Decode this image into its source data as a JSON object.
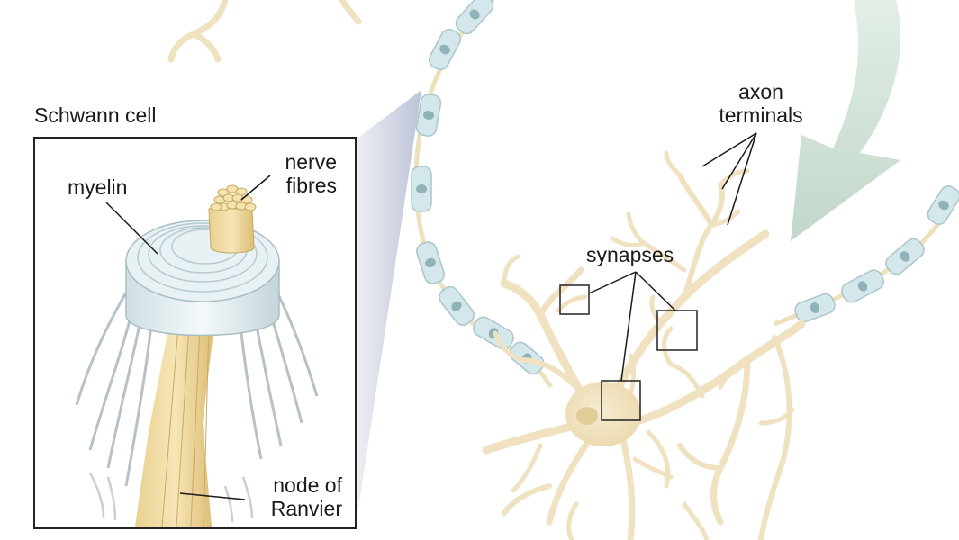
{
  "labels": {
    "schwann_cell": "Schwann cell",
    "myelin": "myelin",
    "nerve_fibres": [
      "nerve",
      "fibres"
    ],
    "node_of_ranvier": [
      "node of",
      "Ranvier"
    ],
    "axon_terminals": [
      "axon",
      "terminals"
    ],
    "synapses": "synapses"
  },
  "colors": {
    "neuron": "#f1e3c2",
    "neuron_stroke": "#e3cfa0",
    "myelin_sheath": "#d4e7ea",
    "myelin_stroke": "#a9c7cc",
    "schwann_nucleus": "#8fb3b8",
    "arrow": "#c6dccd",
    "inset_border": "#222222",
    "leader_line": "#1a1a1a",
    "projection": "#c5cbd8"
  }
}
